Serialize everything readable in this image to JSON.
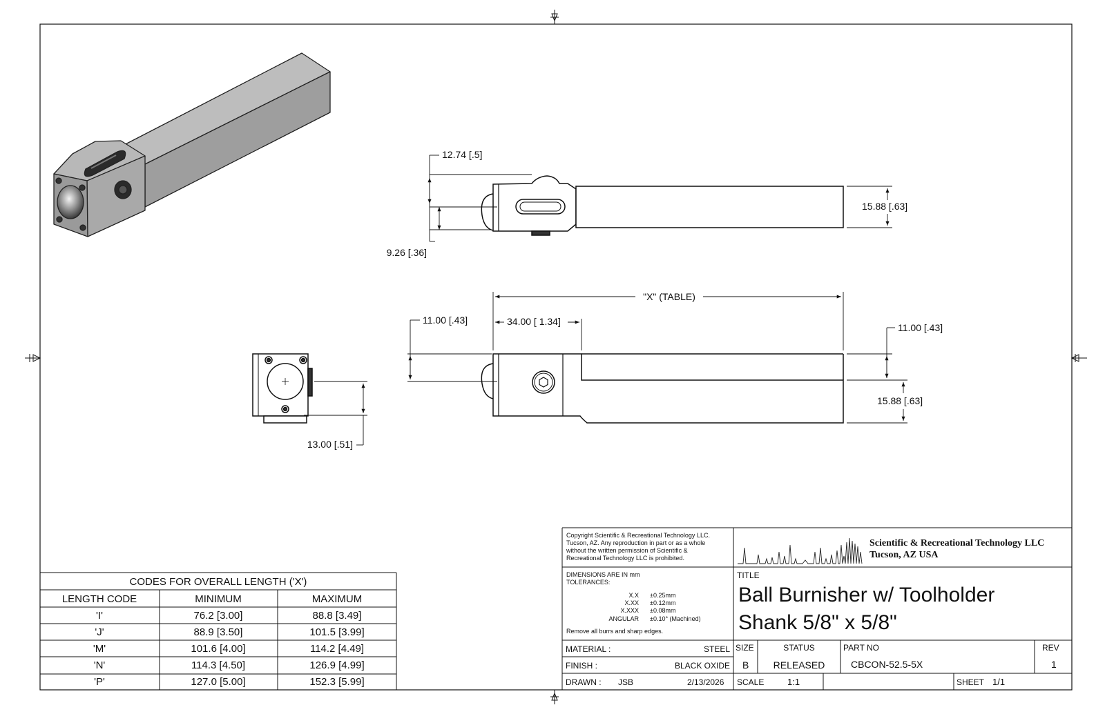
{
  "dimensions": {
    "top_12_74": "12.74 [.5]",
    "top_9_26": "9.26 [.36]",
    "top_15_88": "15.88 [.63]",
    "x_table": "\"X\" (TABLE)",
    "front_11_00_left": "11.00 [.43]",
    "front_34_00": "34.00 [ 1.34]",
    "front_11_00_right": "11.00 [.43]",
    "front_15_88": "15.88 [.63]",
    "end_13_00": "13.00 [.51]"
  },
  "length_table": {
    "title": "CODES FOR OVERALL LENGTH ('X')",
    "headers": [
      "LENGTH CODE",
      "MINIMUM",
      "MAXIMUM"
    ],
    "rows": [
      [
        "'I'",
        "76.2 [3.00]",
        "88.8 [3.49]"
      ],
      [
        "'J'",
        "88.9 [3.50]",
        "101.5 [3.99]"
      ],
      [
        "'M'",
        "101.6 [4.00]",
        "114.2 [4.49]"
      ],
      [
        "'N'",
        "114.3 [4.50]",
        "126.9 [4.99]"
      ],
      [
        "'P'",
        "127.0 [5.00]",
        "152.3 [5.99]"
      ]
    ]
  },
  "title_block": {
    "copyright_lines": [
      "Copyright Scientific & Recreational Technology LLC.",
      "Tucson, AZ. Any reproduction in part or as a whole",
      "without the written permission of Scientific &",
      "Recreational Technology LLC is prohibited."
    ],
    "company_name": "Scientific & Recreational Technology LLC",
    "company_location": "Tucson, AZ  USA",
    "dims_in": "DIMENSIONS ARE IN  mm",
    "tolerances_label": "TOLERANCES:",
    "tolerances": [
      {
        "label": "X.X",
        "value": "±0.25mm"
      },
      {
        "label": "X.XX",
        "value": "±0.12mm"
      },
      {
        "label": "X.XXX",
        "value": "±0.08mm"
      },
      {
        "label": "ANGULAR",
        "value": "±0.10° (Machined)"
      }
    ],
    "burr_note": "Remove all burrs and sharp edges.",
    "title_label": "TITLE",
    "title_line1": "Ball Burnisher w/ Toolholder",
    "title_line2": "Shank 5/8\" x 5/8\"",
    "material_label": "MATERIAL :",
    "material_value": "STEEL",
    "finish_label": "FINISH :",
    "finish_value": "BLACK OXIDE",
    "drawn_label": "DRAWN :",
    "drawn_by": "JSB",
    "drawn_date": "2/13/2026",
    "size_label": "SIZE",
    "size_value": "B",
    "status_label": "STATUS",
    "status_value": "RELEASED",
    "partno_label": "PART NO",
    "partno_value": "CBCON-52.5-5X",
    "rev_label": "REV",
    "rev_value": "1",
    "scale_label": "SCALE",
    "scale_value": "1:1",
    "sheet_label": "SHEET",
    "sheet_value": "1/1"
  },
  "colors": {
    "line": "#111111",
    "steel_top": "#b3b3b3",
    "steel_side": "#8e8e8e",
    "steel_front": "#a6a6a6",
    "dark": "#2a2a2a"
  }
}
